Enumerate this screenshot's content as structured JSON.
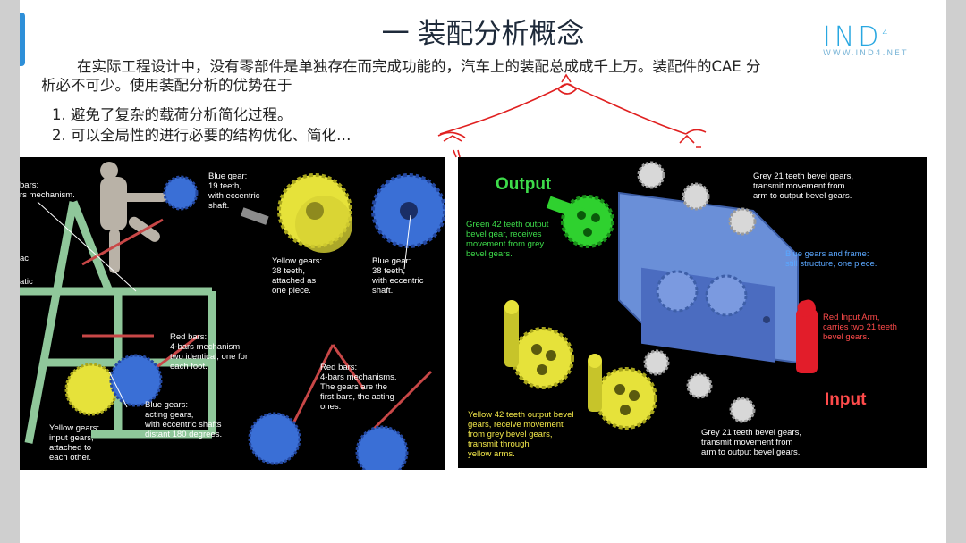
{
  "slide": {
    "title": "一 装配分析概念",
    "logo": {
      "main": "IND",
      "superscript": "4",
      "sub": "WWW.IND4.NET"
    },
    "paragraph_line1": "在实际工程设计中，没有零部件是单独存在而完成功能的，汽车上的装配总成成千上万。装配件的CAE 分",
    "paragraph_line2": "析必不可少。使用装配分析的优势在于",
    "list": [
      "1. 避免了复杂的载荷分析简化过程。",
      "2. 可以全局性的进行必要的结构优化、简化…"
    ]
  },
  "left_panel": {
    "labels": {
      "bars_partial": "bars:\nrs mechanism.",
      "blue_gear_19": "Blue gear:\n19 teeth,\nwith eccentric\nshaft.",
      "yellow_gears_38": "Yellow gears:\n38 teeth,\nattached as\none piece.",
      "blue_gear_38": "Blue gear:\n38 teeth,\nwith eccentric\nshaft.",
      "red_bars_1": "Red bars:\n4-bars mechanism,\ntwo identical, one for\neach foot.",
      "red_bars_2": "Red bars:\n4-bars mechanisms.\nThe gears are the\nfirst bars, the acting\nones.",
      "blue_gears_acting": "Blue gears:\nacting gears,\nwith eccentric shafts\ndistant 180 degrees.",
      "yellow_gears_input": "Yellow gears:\ninput gears,\nattached to\neach other.",
      "left_edge_a": "ac",
      "left_edge_b": "atic"
    }
  },
  "right_panel": {
    "output": "Output",
    "input": "Input",
    "labels": {
      "grey_top": "Grey 21 teeth bevel gears,\ntransmit movement from\narm to output bevel gears.",
      "green_gear": "Green 42 teeth output\nbevel gear, receives\nmovement from grey\nbevel gears.",
      "blue_frame": "Blue gears and frame:\nstill structure, one piece.",
      "red_arm": "Red Input Arm,\ncarries two 21 teeth\nbevel gears.",
      "yellow_gears": "Yellow 42 teeth output bevel\ngears, receive movement\nfrom grey bevel gears,\ntransmit through\nyellow arms.",
      "grey_bottom": "Grey 21 teeth bevel gears,\ntransmit movement from\narm to output bevel gears."
    }
  },
  "colors": {
    "accent_blue": "#2e8fd8",
    "annotation_red": "#e02020",
    "panel_bg": "#000000",
    "gear_yellow": "#e6e23a",
    "gear_blue": "#3a6fd6",
    "frame_blue": "#6a8fd8",
    "arm_red": "#e21d2a",
    "gear_green": "#2fd12f",
    "frame_green": "#8fc79a"
  },
  "icons": [
    "tab-marker-icon",
    "logo-icon"
  ]
}
